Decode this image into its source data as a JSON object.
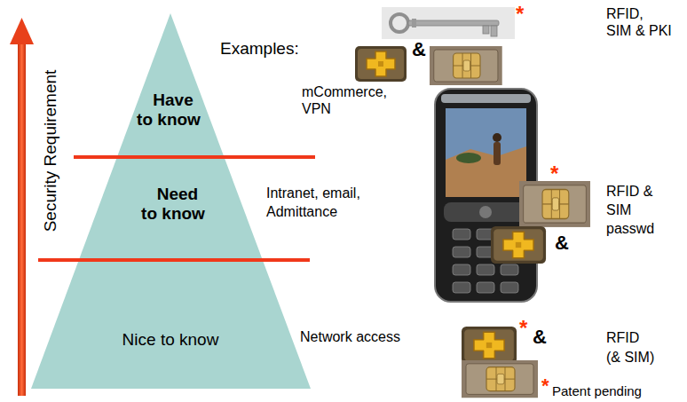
{
  "diagram": {
    "nodes": [
      {
        "text": [
          "Have to know"
        ]
      },
      {
        "text": [
          "Need to know"
        ]
      },
      {
        "text": [
          "Nice to know"
        ]
      }
    ],
    "labels": [
      "Security Requirement",
      "Examples:",
      "mCommerce, VPN",
      "*",
      "RFID, SIM & PKI",
      "&",
      "Intranet, email, Admittance",
      "*",
      "RFID & SIM passwd",
      "&",
      "Network access",
      "*",
      "&",
      "RFID (& SIM)",
      "*",
      "Patent pending"
    ]
  }
}
